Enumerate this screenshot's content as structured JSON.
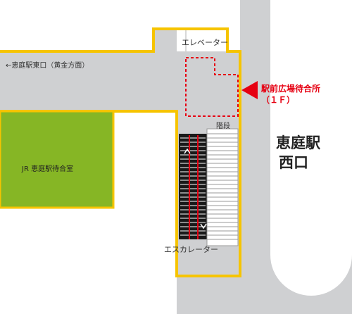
{
  "labels": {
    "elevator": "エレベーター",
    "east_exit": "←恵庭駅東口（黄金方面）",
    "meeting_place_line1": "駅前広場待合所",
    "meeting_place_line2": "（１Ｆ）",
    "stairs": "階段",
    "waiting_room": "JR 恵庭駅待合室",
    "west_exit_line1": "恵庭駅",
    "west_exit_line2": "西口",
    "escalator": "エスカレーター"
  },
  "colors": {
    "background": "#ffffff",
    "ground": "#cfd0d2",
    "building_border": "#f6c400",
    "waiting_room_fill": "#86b625",
    "marker": "#e60012",
    "escalator_dark": "#1a1a1a"
  },
  "icons": {
    "pointer": "red-triangle-pointer-icon"
  }
}
